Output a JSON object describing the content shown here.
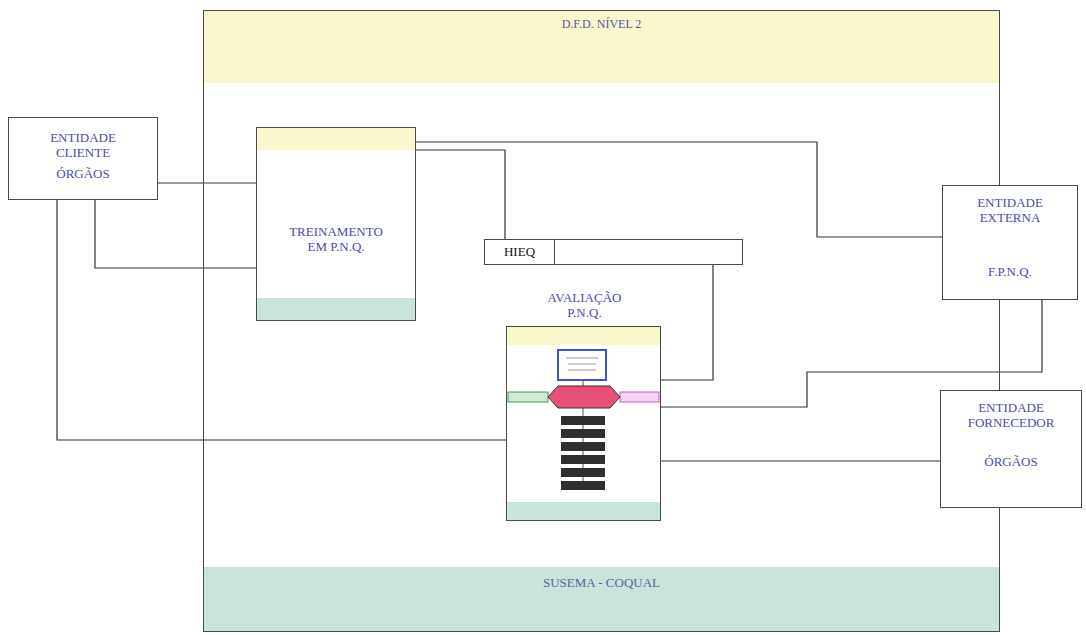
{
  "diagram": {
    "nodes": [
      {
        "text": [
          "D.F.D. NÍVEL 2",
          "SUSEMA - COQUAL"
        ]
      },
      {
        "text": [
          "ENTIDADE CLIENTE",
          "ÓRGÃOS"
        ]
      },
      {
        "text": [
          "TREINAMENTO EM P.N.Q."
        ],
        "in": 0
      },
      {
        "text": [
          "HIEQ"
        ],
        "in": 0
      },
      {
        "text": [
          "AVALIAÇÃO P.N.Q."
        ],
        "in": 0
      },
      {
        "text": [
          "ENTIDADE EXTERNA",
          "F.P.N.Q."
        ]
      },
      {
        "text": [
          "ENTIDADE FORNECEDOR",
          "ÓRGÃOS"
        ]
      }
    ],
    "edges": [
      {
        "from": 1,
        "to": 2,
        "arrow": "none"
      },
      {
        "from": 1,
        "to": 2,
        "arrow": "none"
      },
      {
        "from": 1,
        "to": 4,
        "arrow": "none"
      },
      {
        "from": 2,
        "to": 3,
        "arrow": "none"
      },
      {
        "from": 2,
        "to": 5,
        "arrow": "none"
      },
      {
        "from": 3,
        "to": 4,
        "arrow": "none"
      },
      {
        "from": 4,
        "to": 5,
        "arrow": "none"
      },
      {
        "from": 4,
        "to": 6,
        "arrow": "none"
      }
    ]
  }
}
